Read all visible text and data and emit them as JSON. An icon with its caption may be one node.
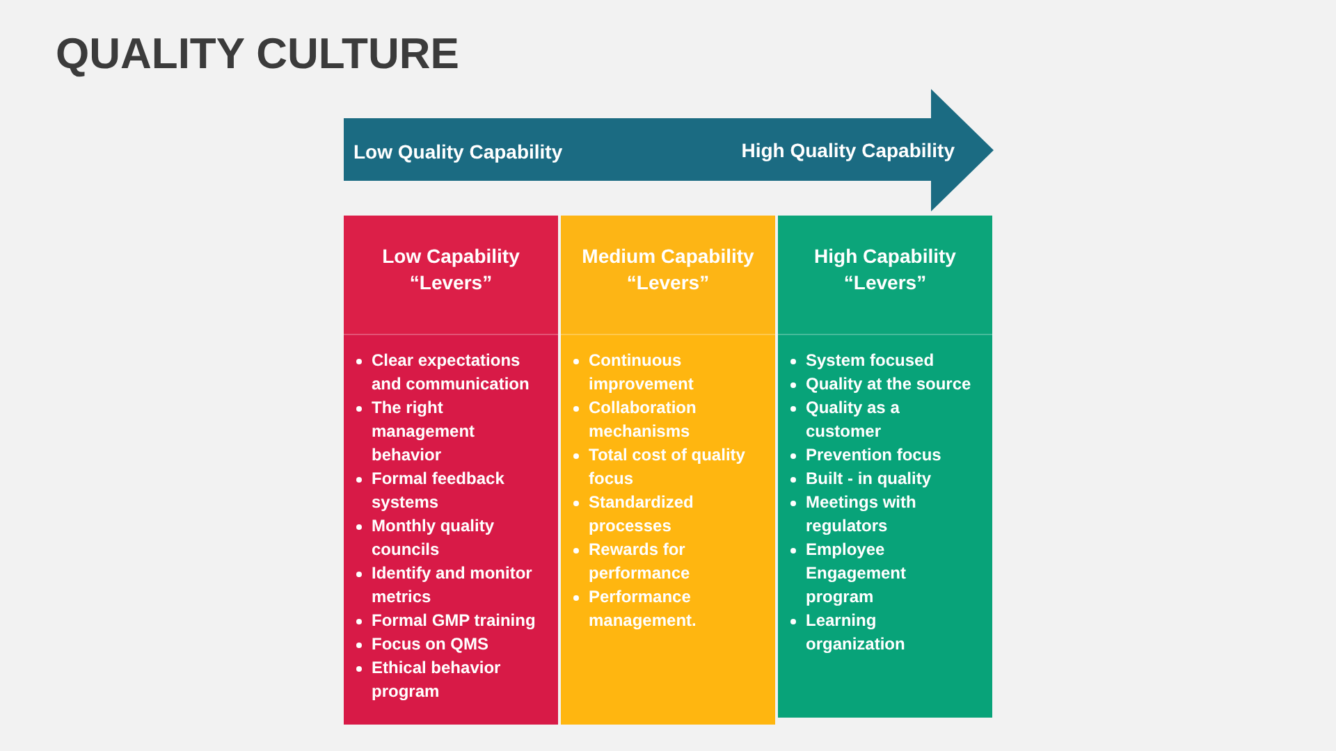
{
  "diagram": {
    "title": "QUALITY CULTURE",
    "nodes": [
      {
        "text": [
          "Low Quality Capability",
          "High Quality Capability"
        ]
      },
      {
        "text": [
          "Low Capability “Levers”"
        ]
      },
      {
        "text": [
          "Clear expectations and communication",
          "The right management behavior",
          "Formal feedback systems",
          "Monthly quality councils",
          "Identify and monitor metrics",
          "Formal GMP training",
          "Focus on QMS",
          "Ethical behavior program"
        ]
      },
      {
        "text": [
          "Medium Capability “Levers”"
        ]
      },
      {
        "text": [
          "Continuous improvement",
          "Collaboration mechanisms",
          "Total cost of quality focus",
          "Standardized processes",
          "Rewards for performance",
          "Performance management."
        ]
      },
      {
        "text": [
          "High Capability “Levers”"
        ]
      },
      {
        "text": [
          "System focused",
          "Quality at the source",
          "Quality as a customer",
          "Prevention focus",
          "Built - in quality",
          "Meetings with regulators",
          "Employee Engagement program",
          "Learning organization"
        ]
      }
    ],
    "edges": []
  }
}
